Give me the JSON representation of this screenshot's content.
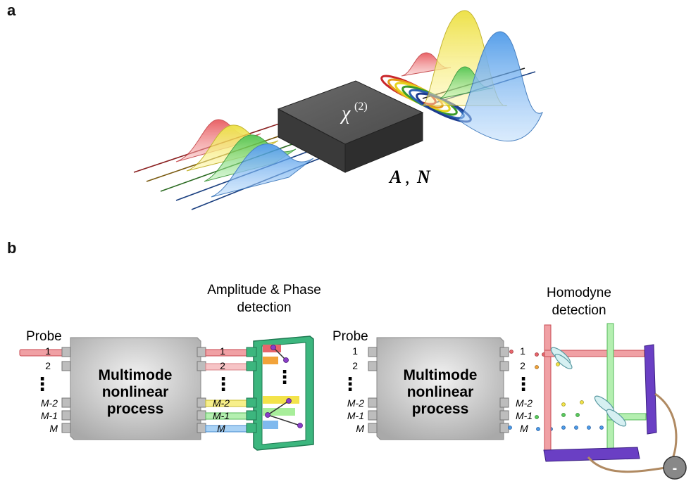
{
  "panel_a": {
    "letter": "a",
    "crystal_label": "χ",
    "crystal_superscript": "(2)",
    "output_label_A": "A",
    "output_label_sep": ",",
    "output_label_N": "N"
  },
  "panel_b": {
    "letter": "b",
    "left": {
      "title_line1": "Amplitude & Phase",
      "title_line2": "detection",
      "probe_label": "Probe",
      "box_line1": "Multimode",
      "box_line2": "nonlinear",
      "box_line3": "process",
      "in_modes": [
        "1",
        "2",
        "M-2",
        "M-1",
        "M"
      ],
      "out_modes": [
        "1",
        "2",
        "M-2",
        "M-1",
        "M"
      ],
      "dots": "⋮"
    },
    "right": {
      "title_line1": "Homodyne",
      "title_line2": "detection",
      "probe_label": "Probe",
      "box_line1": "Multimode",
      "box_line2": "nonlinear",
      "box_line3": "process",
      "in_modes": [
        "1",
        "2",
        "M-2",
        "M-1",
        "M"
      ],
      "out_modes": [
        "1",
        "2",
        "M-2",
        "M-1",
        "M"
      ],
      "dots": "⋮",
      "detector_symbol": "-"
    }
  },
  "colors": {
    "red": "#e8656b",
    "orange": "#f2a33a",
    "yellow": "#f3e34a",
    "green": "#5cc95e",
    "blue": "#4a9be8",
    "crystal": "#555555",
    "box_gray": "#c9c9c9",
    "teal_frame": "#3cb67e",
    "purple": "#6a3fc4",
    "cable": "#b08a62"
  }
}
